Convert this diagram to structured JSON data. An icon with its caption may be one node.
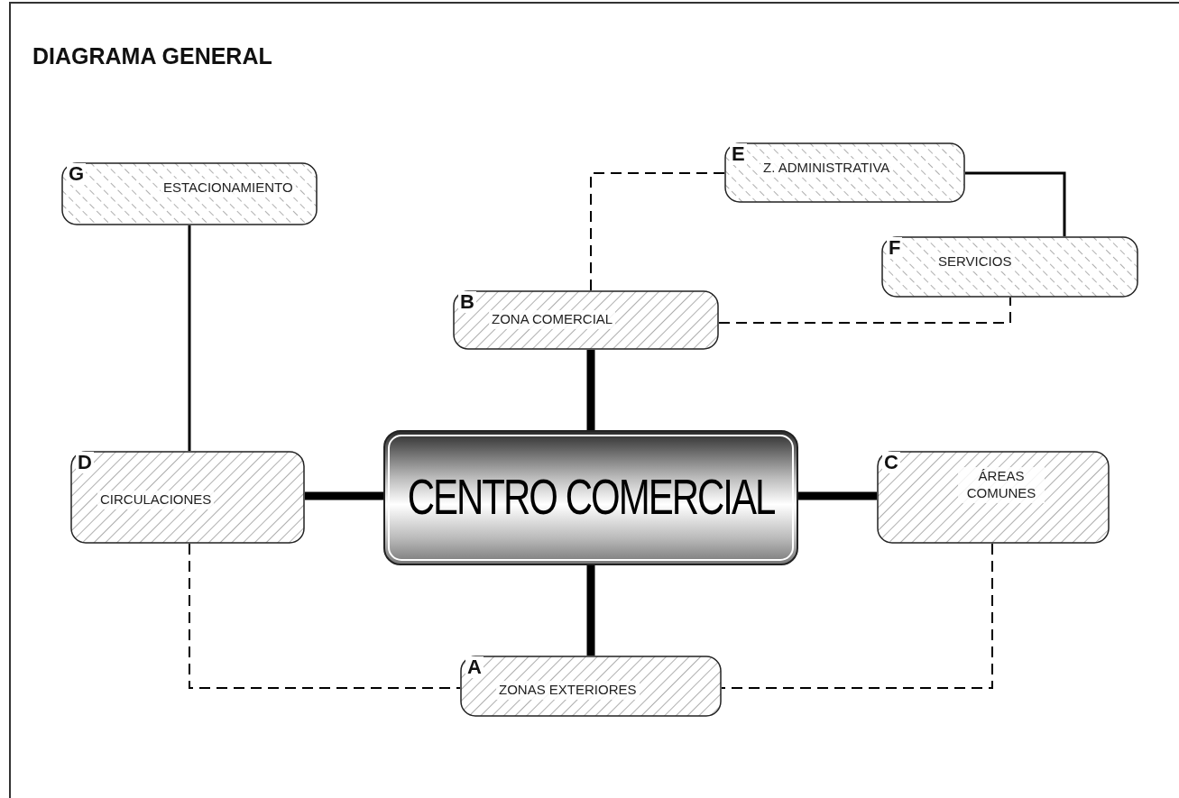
{
  "diagram": {
    "title": "DIAGRAMA GENERAL",
    "nodes": [
      {
        "text": [
          "G",
          "ESTACIONAMIENTO"
        ]
      },
      {
        "text": [
          "E",
          "Z. ADMINISTRATIVA"
        ]
      },
      {
        "text": [
          "F",
          "SERVICIOS"
        ]
      },
      {
        "text": [
          "B",
          "ZONA COMERCIAL"
        ]
      },
      {
        "text": [
          "D",
          "CIRCULACIONES"
        ]
      },
      {
        "text": [
          "CENTRO COMERCIAL"
        ]
      },
      {
        "text": [
          "C",
          "ÁREAS COMUNES"
        ]
      },
      {
        "text": [
          "A",
          "ZONAS EXTERIORES"
        ]
      }
    ],
    "edges": [
      {
        "from": 0,
        "to": 4,
        "arrow": "none"
      },
      {
        "from": 3,
        "to": 1,
        "arrow": "none",
        "style": "dashed"
      },
      {
        "from": 1,
        "to": 2,
        "arrow": "none"
      },
      {
        "from": 3,
        "to": 2,
        "arrow": "none",
        "style": "dashed"
      },
      {
        "from": 3,
        "to": 5,
        "arrow": "none",
        "style": "thick"
      },
      {
        "from": 4,
        "to": 5,
        "arrow": "none",
        "style": "thick"
      },
      {
        "from": 5,
        "to": 6,
        "arrow": "none",
        "style": "thick"
      },
      {
        "from": 5,
        "to": 7,
        "arrow": "none",
        "style": "thick"
      },
      {
        "from": 4,
        "to": 7,
        "arrow": "none",
        "style": "dashed"
      },
      {
        "from": 6,
        "to": 7,
        "arrow": "none",
        "style": "dashed"
      }
    ]
  }
}
